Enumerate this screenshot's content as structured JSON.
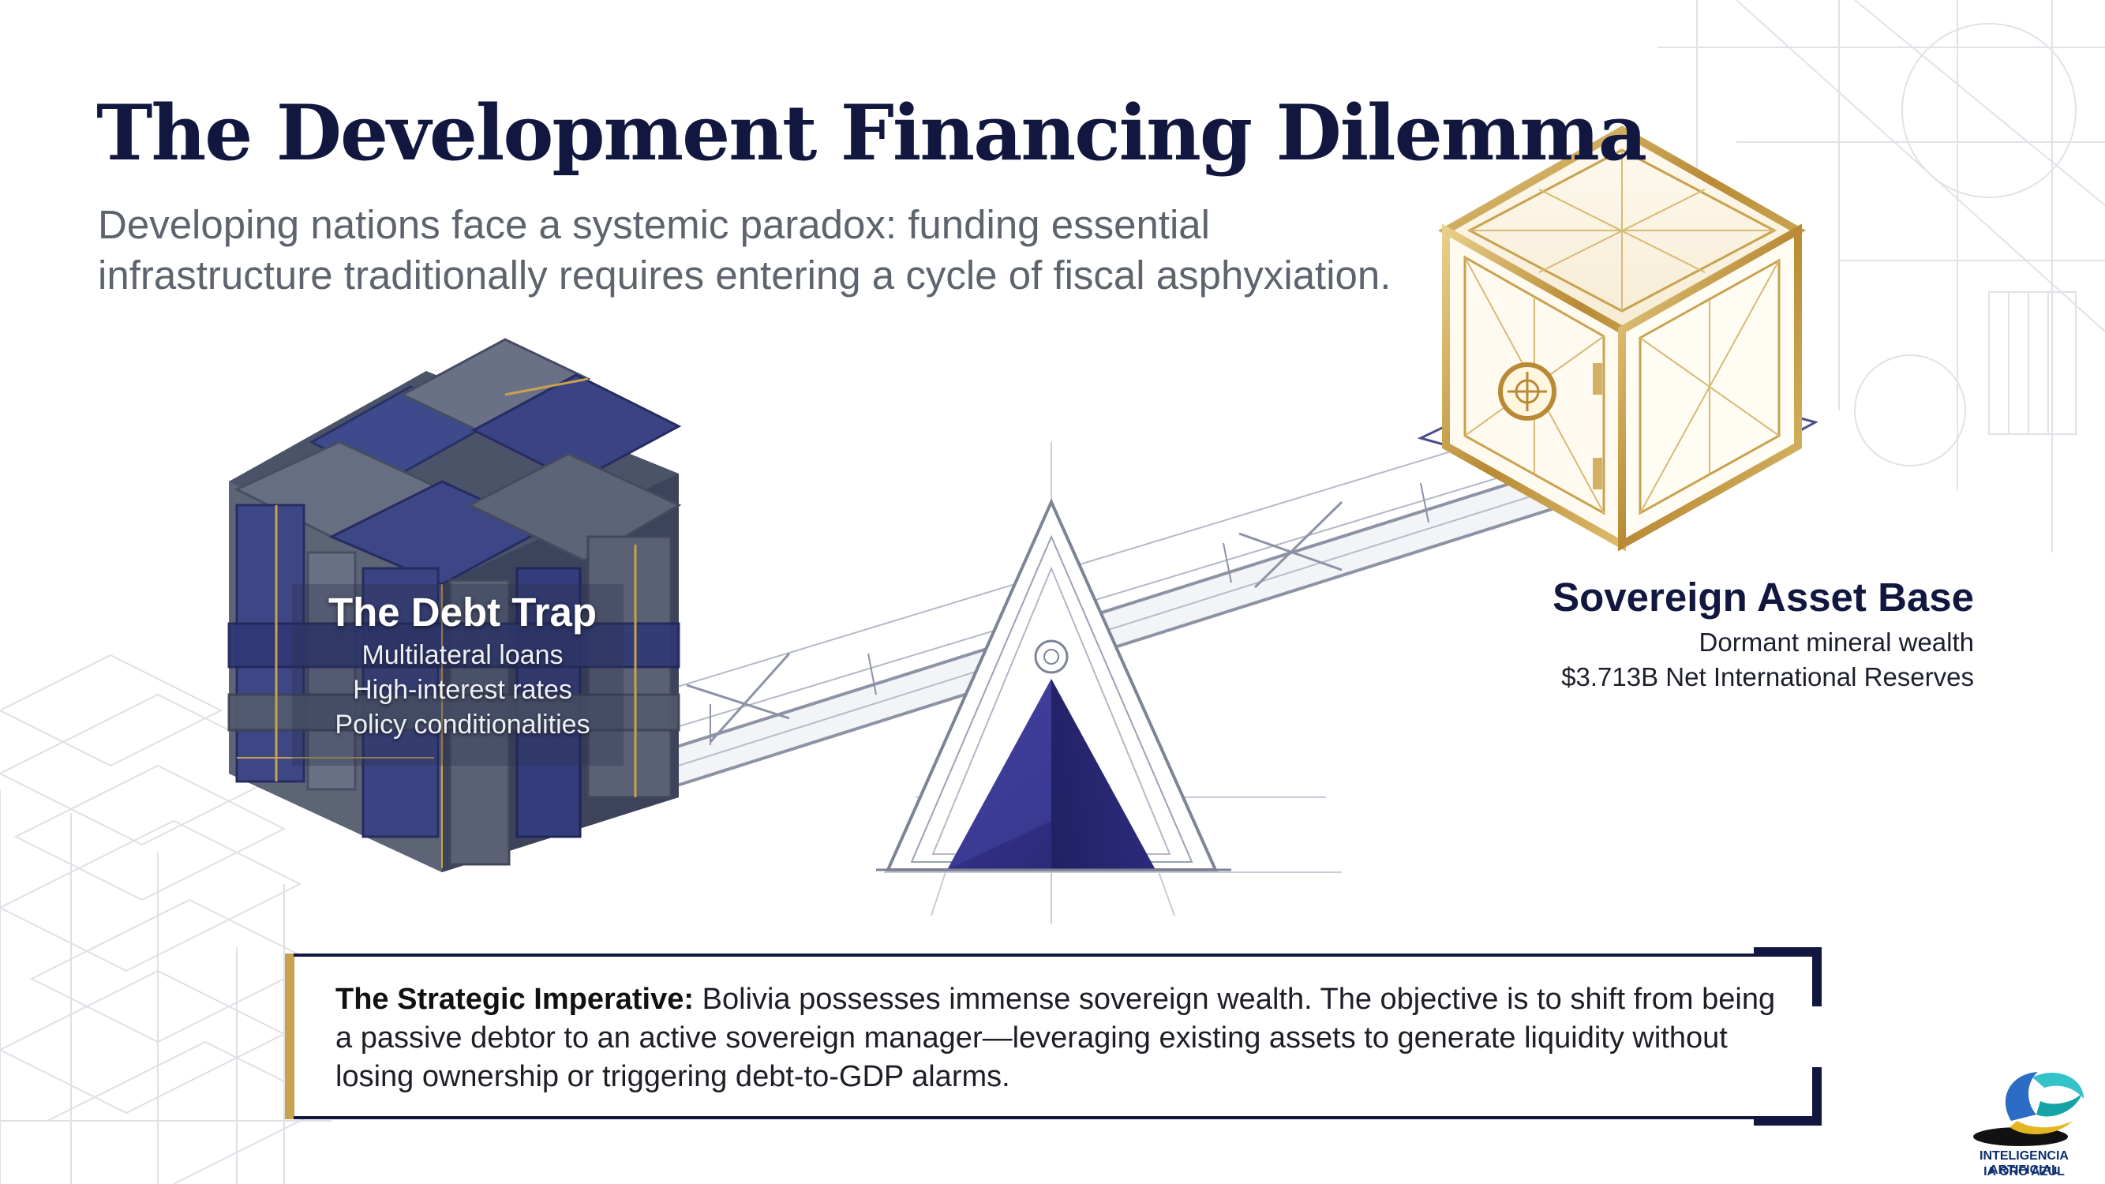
{
  "title": "The Development Financing Dilemma",
  "subtitle": "Developing nations face a systemic paradox: funding essential infrastructure traditionally requires entering a cycle of fiscal asphyxiation.",
  "debt_trap": {
    "title": "The Debt Trap",
    "items": [
      "Multilateral loans",
      "High-interest rates",
      "Policy conditionalities"
    ]
  },
  "asset_base": {
    "title": "Sovereign Asset Base",
    "items": [
      "Dormant mineral wealth",
      "$3.713B Net International Reserves"
    ]
  },
  "callout": {
    "lead": "The Strategic Imperative:",
    "body": " Bolivia possesses immense sovereign wealth. The objective is to shift from being a passive debtor to an active sovereign manager—leveraging existing assets to generate liquidity without losing ownership or triggering debt-to-GDP alarms."
  },
  "logo": {
    "line1": "INTELIGENCIA ARTIFICIAL",
    "line2": "IA ORO AZUL"
  },
  "colors": {
    "navy": "#12173f",
    "block_navy": "#343f78",
    "concrete": "#5d6476",
    "gold": "#c9a24f",
    "fulcrum": "#2f2e86",
    "text_gray": "#5e646d"
  }
}
